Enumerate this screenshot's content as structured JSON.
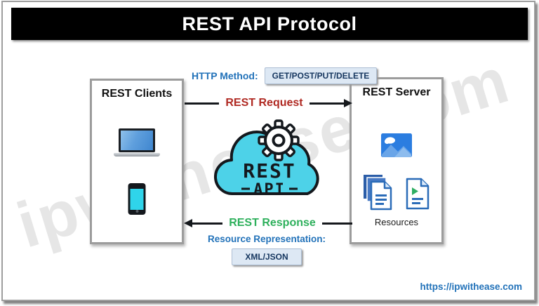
{
  "header": {
    "title": "REST API Protocol"
  },
  "http_method": {
    "label": "HTTP Method:",
    "button": "GET/POST/PUT/DELETE"
  },
  "clients_box": {
    "title": "REST Clients",
    "icons": [
      "laptop-icon",
      "smartphone-icon"
    ]
  },
  "server_box": {
    "title": "REST Server",
    "icons": [
      "image-icon",
      "documents-stack-icon",
      "media-document-icon"
    ],
    "caption": "Resources"
  },
  "cloud": {
    "line1": "REST",
    "line2": "API"
  },
  "arrows": {
    "request": "REST Request",
    "response": "REST Response"
  },
  "resource_representation": {
    "label": "Resource Representation:",
    "button": "XML/JSON"
  },
  "watermark": "ipwithease.com",
  "footer": {
    "url": "https://ipwithease.com"
  },
  "colors": {
    "header_bg": "#000000",
    "accent_blue": "#2272B9",
    "request_red": "#B02A23",
    "response_green": "#2EB05C",
    "cloud_cyan": "#4DD2E8",
    "button_bg": "#DDE8F4"
  }
}
